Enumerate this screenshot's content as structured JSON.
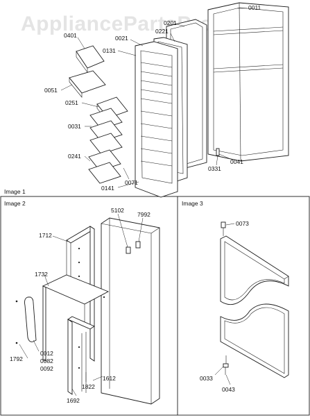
{
  "watermark": "AppliancePartsPros.com",
  "panels": [
    {
      "label": "Image 1"
    },
    {
      "label": "Image 2"
    },
    {
      "label": "Image 3"
    }
  ],
  "callouts_image1": {
    "p0011": "0011",
    "p0201": "0201",
    "p0221": "0221",
    "p0021": "0021",
    "p0131": "0131",
    "p0401": "0401",
    "p0051": "0051",
    "p0251": "0251",
    "p0031": "0031",
    "p0241": "0241",
    "p0071": "0071",
    "p0141": "0141",
    "p0331": "0331",
    "p0041": "0041"
  },
  "callouts_image2": {
    "p5102": "5102",
    "p7992": "7992",
    "p1712": "1712",
    "p1732": "1732",
    "p0012": "0012",
    "p0082": "0082",
    "p0092": "0092",
    "p1792": "1792",
    "p1612": "1612",
    "p1822": "1822",
    "p1692": "1692"
  },
  "callouts_image3": {
    "p0073": "0073",
    "p0033": "0033",
    "p0043": "0043"
  }
}
